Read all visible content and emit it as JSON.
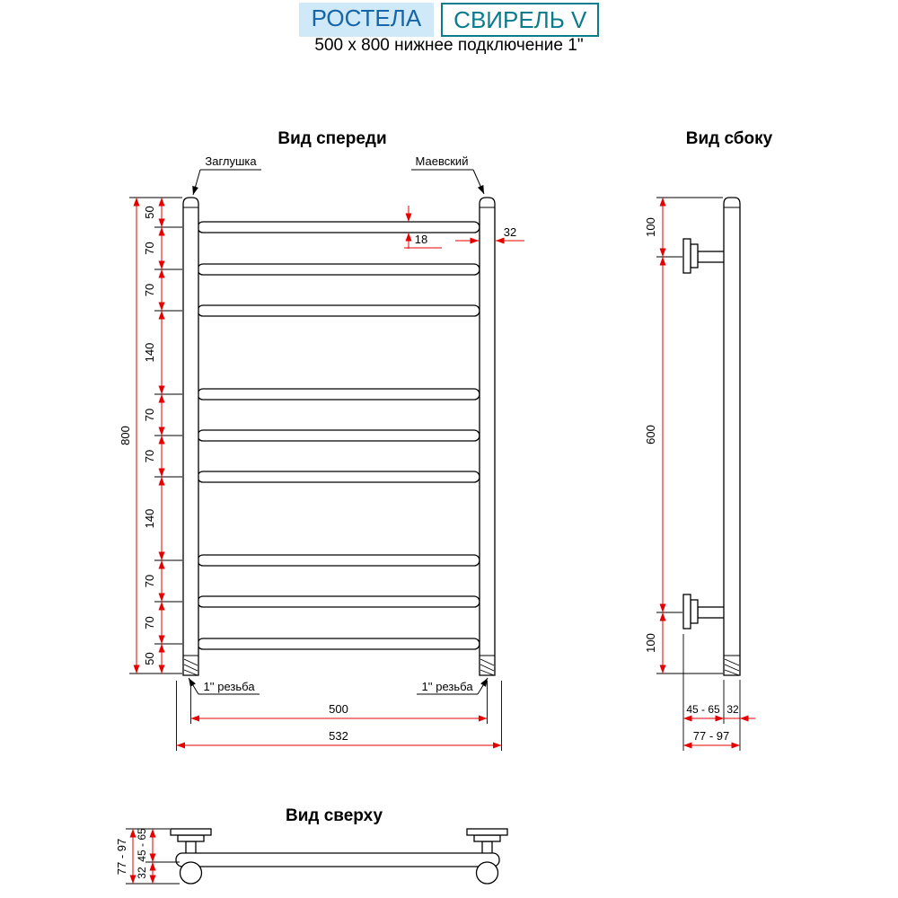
{
  "header": {
    "brand": "РОСТЕЛА",
    "model": "СВИРЕЛЬ V",
    "subtitle": "500 x 800 нижнее подключение 1\""
  },
  "front_view": {
    "title": "Вид спереди",
    "label_plug": "Заглушка",
    "label_valve": "Маевский",
    "label_thread_left": "1'' резьба",
    "label_thread_right": "1'' резьба",
    "dim_total_height": "800",
    "seg": [
      "50",
      "70",
      "70",
      "140",
      "70",
      "70",
      "140",
      "70",
      "70",
      "50"
    ],
    "dim_rung_dia": "18",
    "dim_collector_dia": "32",
    "dim_width_centers": "500",
    "dim_width_overall": "532"
  },
  "side_view": {
    "title": "Вид сбоку",
    "dim_top": "100",
    "dim_mid": "600",
    "dim_bottom": "100",
    "dim_depth": "45 - 65",
    "dim_tube": "32",
    "dim_overall": "77 - 97"
  },
  "top_view": {
    "title": "Вид сверху",
    "dim_overall": "77 - 97",
    "dim_depth": "45 - 65",
    "dim_tube": "32"
  },
  "colors": {
    "dimension_red": "#e60000",
    "brand_bg": "#cfe9f8",
    "brand_text": "#1466a8",
    "model_teal": "#0b7c8b"
  }
}
